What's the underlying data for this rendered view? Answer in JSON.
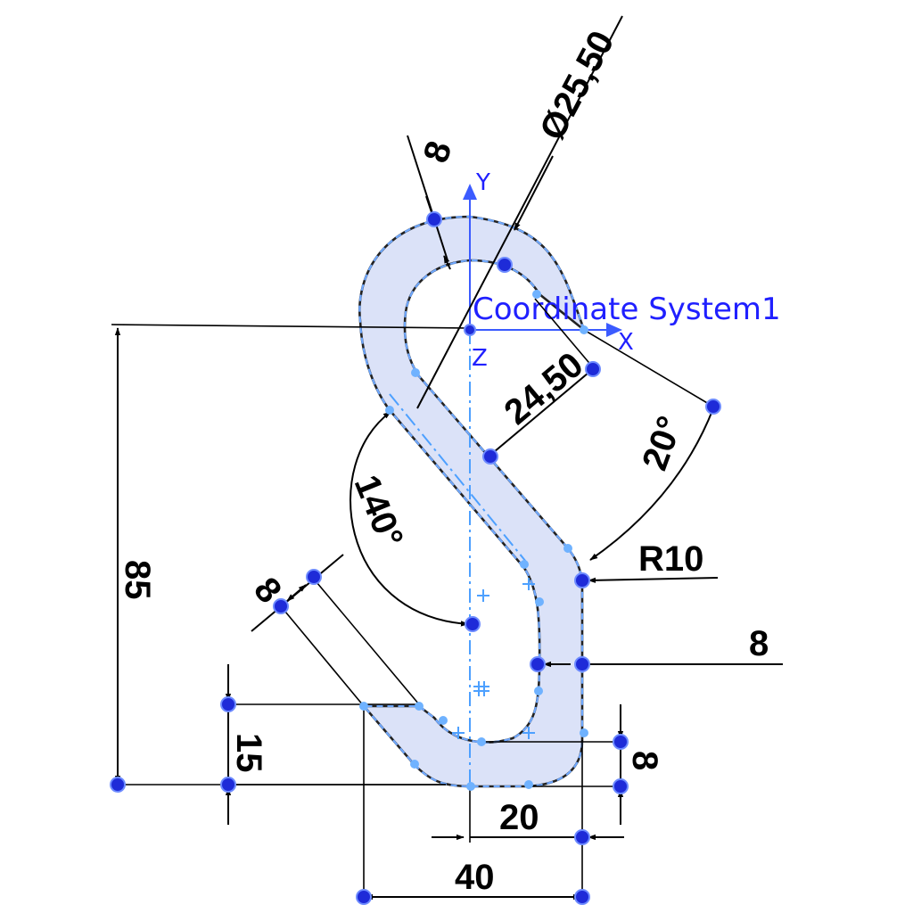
{
  "coordinate_system": {
    "label": "Coordinate System1",
    "axis_x": "X",
    "axis_y": "Y",
    "axis_z": "Z"
  },
  "dimensions": {
    "diameter": "Ø25,50",
    "wall_top": "8",
    "offset": "24,50",
    "angle_small": "20°",
    "angle_large": "140°",
    "radius": "R10",
    "height": "85",
    "wall_left": "8",
    "wall_right": "8",
    "wall_bottom": "8",
    "step": "15",
    "width_inner": "20",
    "width_total": "40"
  },
  "colors": {
    "profile_fill": "#dbe2f8",
    "construction_line": "#4da0ff",
    "point": "#1e2bd8",
    "coordinate_text": "#2020ff",
    "dimension": "#000000"
  }
}
